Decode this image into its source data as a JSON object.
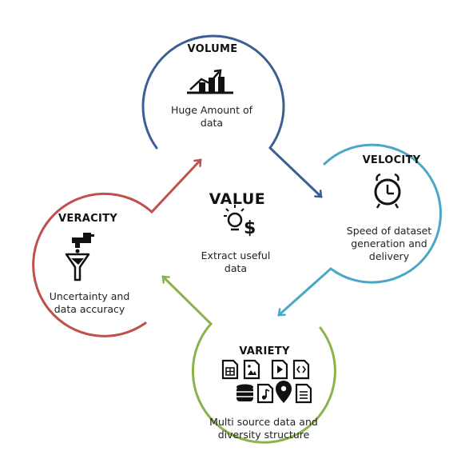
{
  "diagram": {
    "center": {
      "title": "VALUE",
      "description": "Extract useful data",
      "icon": "lightbulb-dollar-icon"
    },
    "nodes": [
      {
        "id": "volume",
        "title": "VOLUME",
        "description": "Huge Amount of data",
        "color": "#3b5f93",
        "icon": "growth-chart-icon"
      },
      {
        "id": "velocity",
        "title": "VELOCITY",
        "description": "Speed of dataset generation and delivery",
        "color": "#4aa7c6",
        "icon": "alarm-clock-icon"
      },
      {
        "id": "variety",
        "title": "VARIETY",
        "description": "Multi source data and diversity structure",
        "color": "#8ab34d",
        "icon": "file-types-icon"
      },
      {
        "id": "veracity",
        "title": "VERACITY",
        "description": "Uncertainty and data accuracy",
        "color": "#c0504d",
        "icon": "tap-filter-icon"
      }
    ]
  }
}
